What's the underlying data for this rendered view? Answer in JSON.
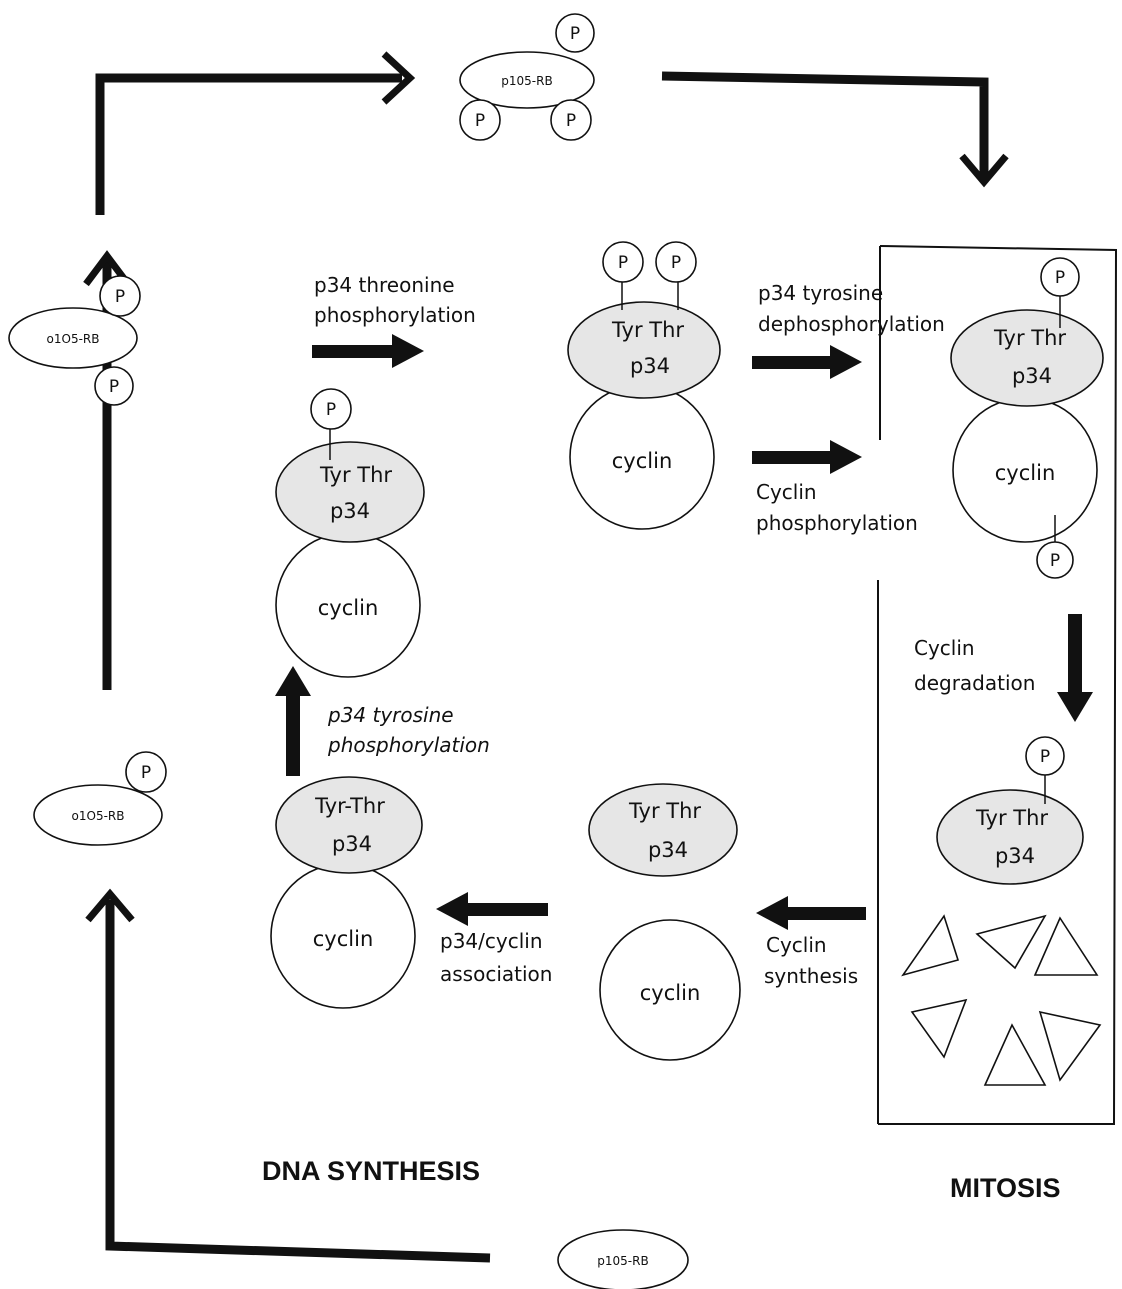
{
  "labels": {
    "p105_rb": "p105-RB",
    "p105_rb_alt": "p1O5-RB",
    "p105_rb_alt2": "o1O5-RB",
    "phosphate": "P",
    "tyr_thr": "Tyr Thr",
    "tyr_thr_alt": "Tyr-Thr",
    "p34": "p34",
    "cyclin": "cyclin",
    "dna_synthesis": "DNA SYNTHESIS",
    "mitosis": "MITOSIS"
  },
  "steps": {
    "thr_phos_1": "p34  threonine",
    "thr_phos_2": "phosphorylation",
    "tyr_dephos_1": "p34  tyrosine",
    "tyr_dephos_2": "dephosphorylation",
    "cyc_phos_1": "Cyclin",
    "cyc_phos_2": "phosphorylation",
    "cyc_deg_1": "Cyclin",
    "cyc_deg_2": "degradation",
    "tyr_phos_1": "p34  tyrosine",
    "tyr_phos_2": "phosphorylation",
    "assoc_1": "p34/cyclin",
    "assoc_2": "association",
    "cyc_syn_1": "Cyclin",
    "cyc_syn_2": "synthesis"
  }
}
